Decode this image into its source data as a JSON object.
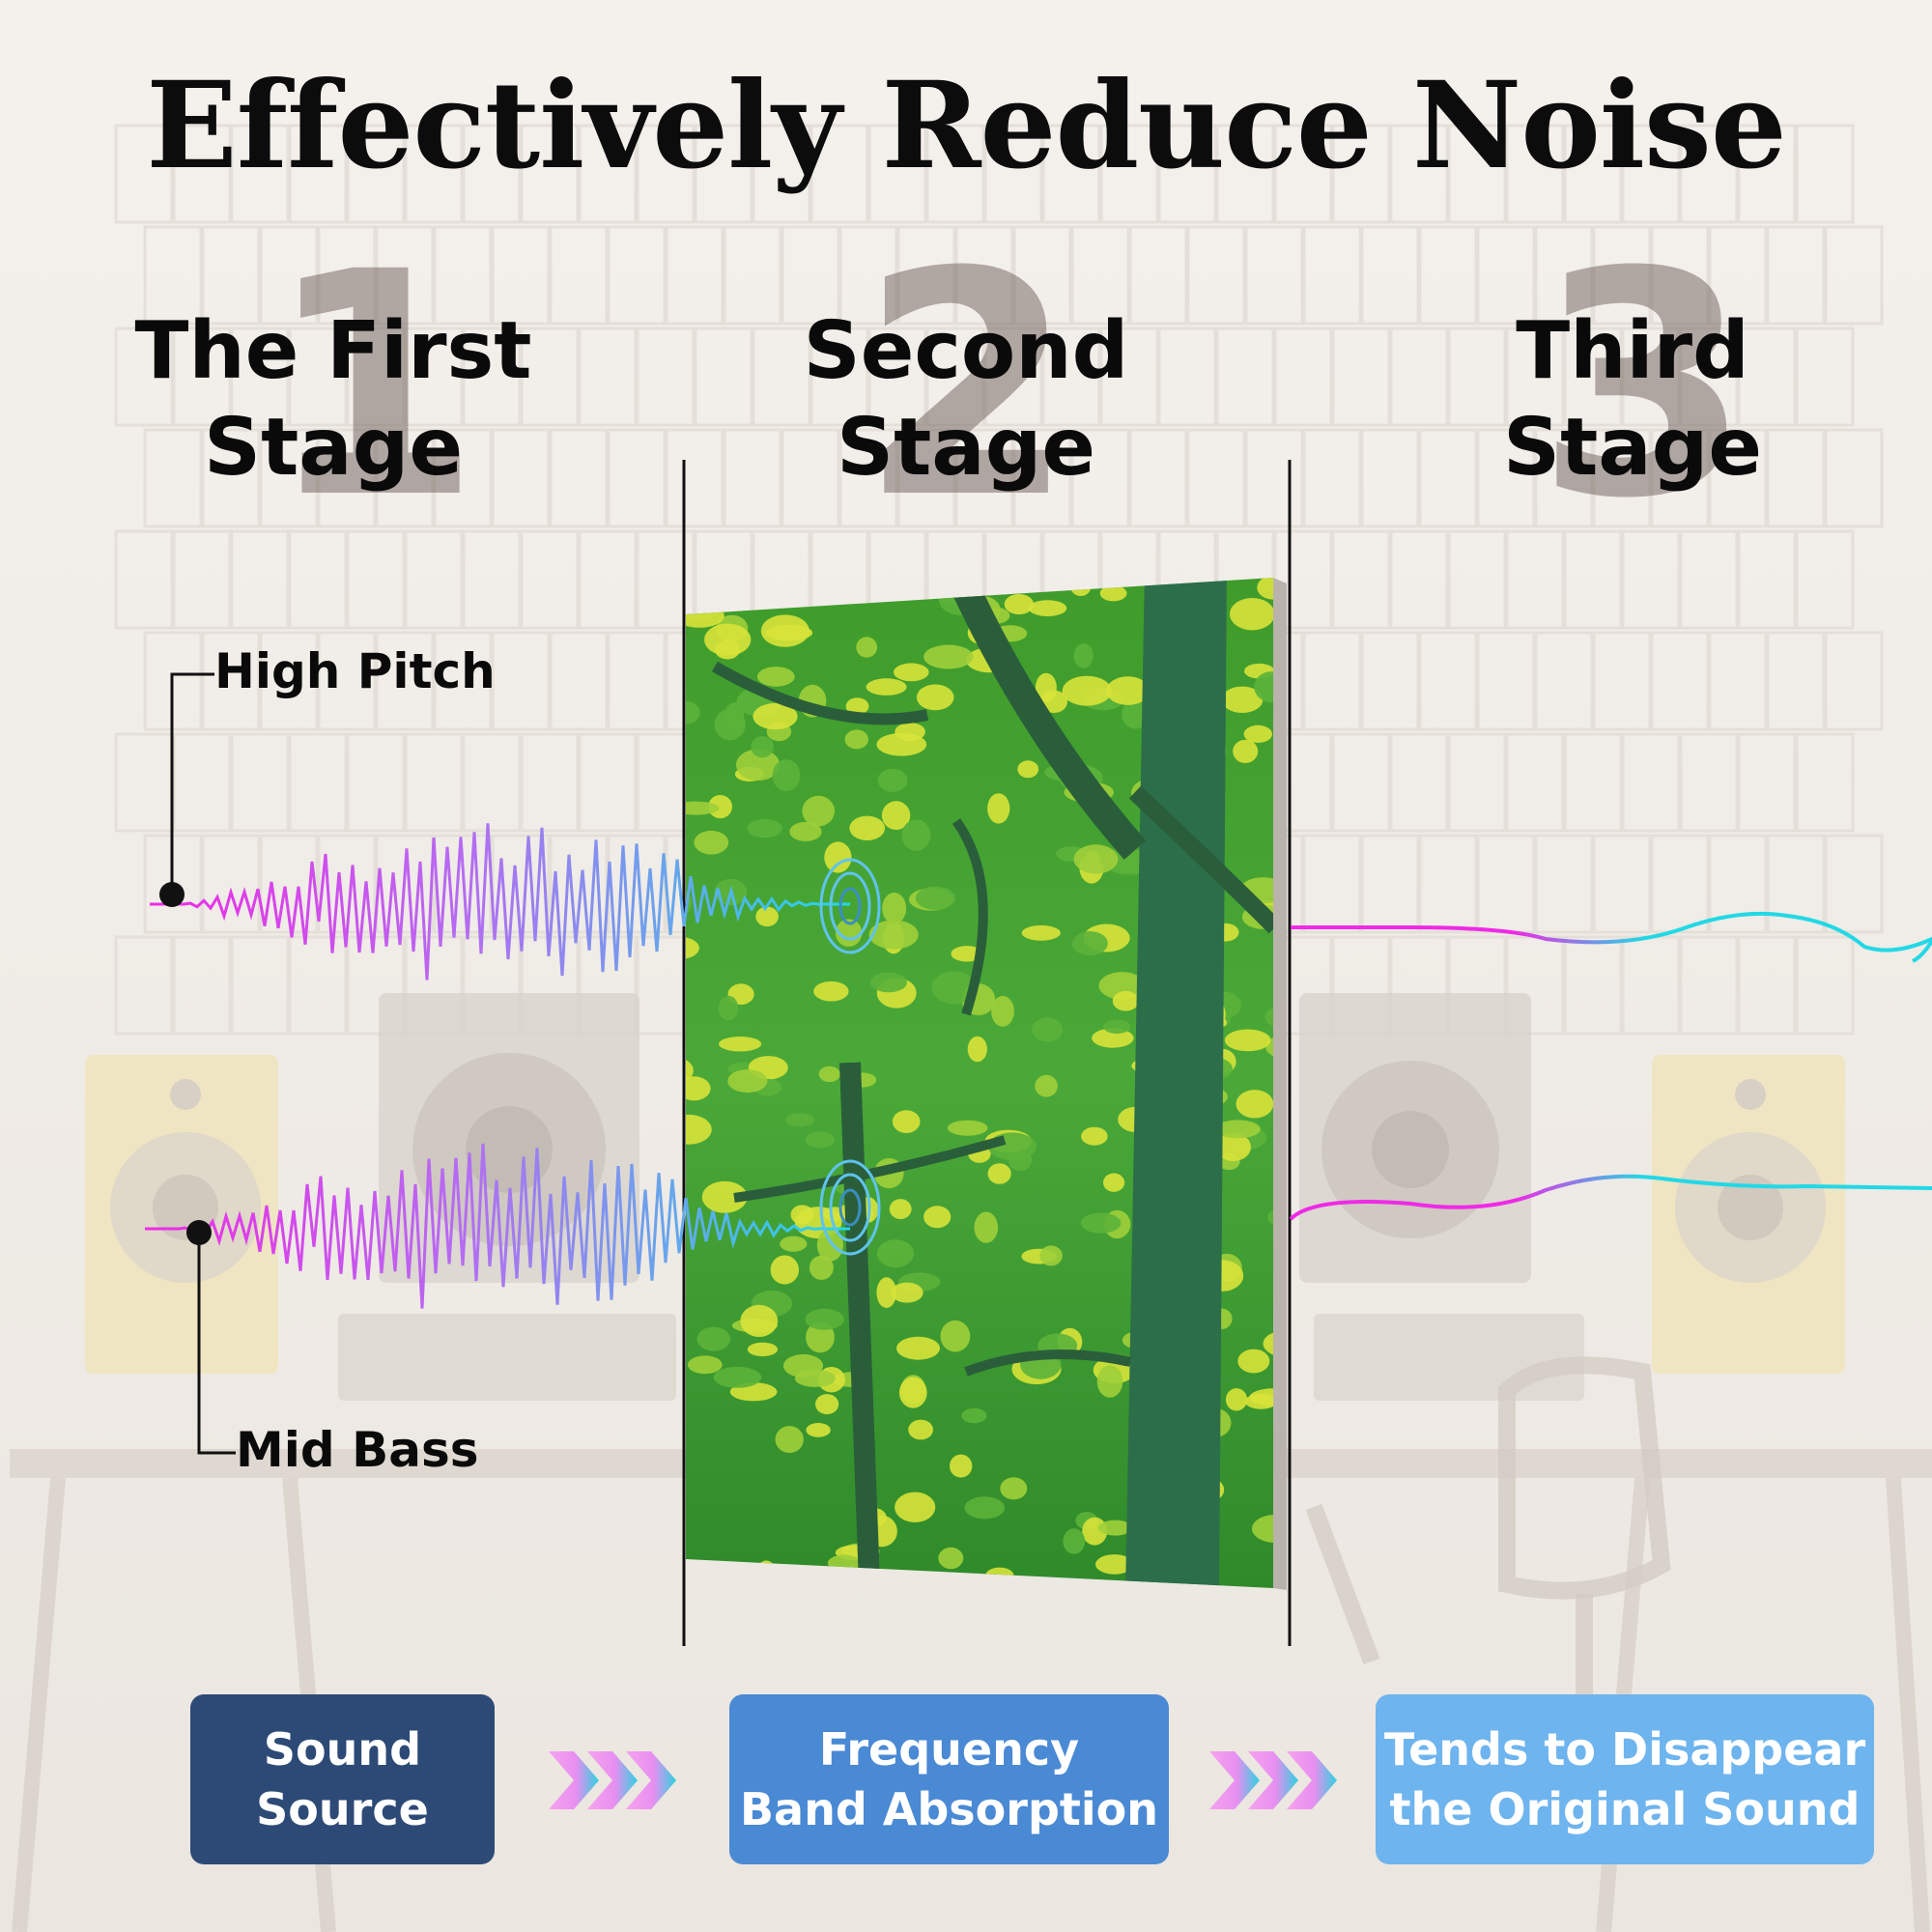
{
  "title": "Effectively Reduce Noise",
  "stages": [
    {
      "number": "1",
      "line1": "The First",
      "line2": "Stage"
    },
    {
      "number": "2",
      "line1": "Second",
      "line2": "Stage"
    },
    {
      "number": "3",
      "line1": "Third",
      "line2": "Stage"
    }
  ],
  "labels": {
    "high": "High Pitch",
    "low": "Mid Bass"
  },
  "boxes": [
    {
      "line1": "Sound",
      "line2": "Source",
      "color": "#2d4a76"
    },
    {
      "line1": "Frequency",
      "line2": "Band Absorption",
      "color": "#4a89d4"
    },
    {
      "line1": "Tends to Disappear",
      "line2": "the Original Sound",
      "color": "#6eb4ee"
    }
  ],
  "colors": {
    "wave_start": "#ee2ae6",
    "wave_end": "#22d8e6",
    "panel_green": "#3e9a2c",
    "panel_leaf": "#d8e33a",
    "trunk": "#2c6e4a"
  },
  "icons": [
    "sound-absorption-ring-icon",
    "triple-chevron-arrow-icon"
  ]
}
